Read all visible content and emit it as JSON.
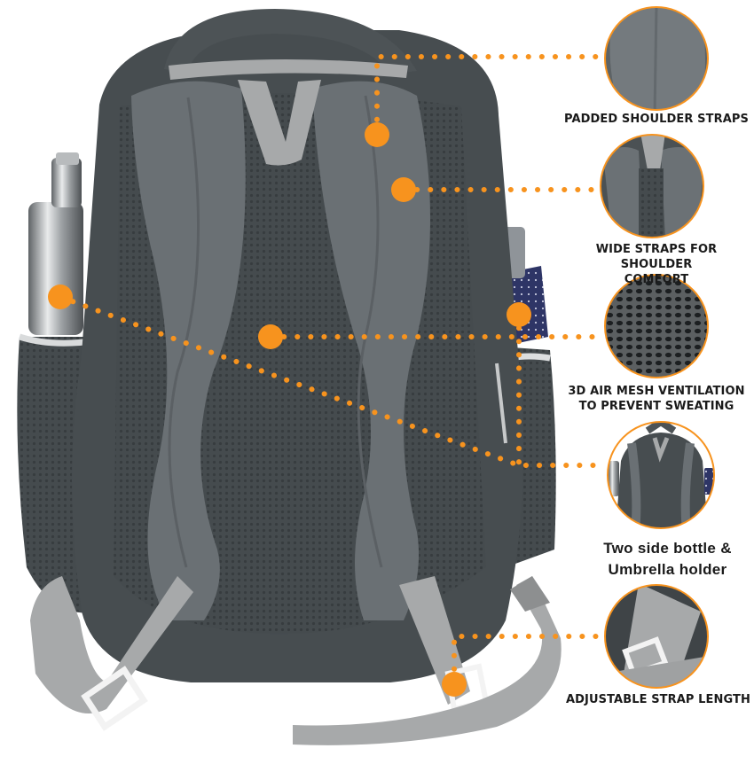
{
  "colors": {
    "accent": "#f7931e",
    "bag_body": "#4a5053",
    "bag_panel": "#646b6e",
    "webbing": "#a7a9aa",
    "label_text": "#1a1a1a"
  },
  "callouts": [
    {
      "id": "padded-shoulder-straps",
      "label": "PADDED SHOULDER STRAPS",
      "thumbnail": "shoulder-strap-closeup"
    },
    {
      "id": "wide-straps",
      "label": "WIDE STRAPS FOR SHOULDER\nCOMFORT",
      "thumbnail": "wide-strap-closeup"
    },
    {
      "id": "air-mesh",
      "label": "3D AIR MESH VENTILATION\nTO PREVENT SWEATING",
      "thumbnail": "mesh-closeup"
    },
    {
      "id": "side-holders",
      "label": "Two side bottle &\nUmbrella holder",
      "thumbnail": "backpack-front-thumbnail"
    },
    {
      "id": "adjustable-straps",
      "label": "ADJUSTABLE STRAP LENGTH",
      "thumbnail": "buckle-closeup"
    }
  ]
}
